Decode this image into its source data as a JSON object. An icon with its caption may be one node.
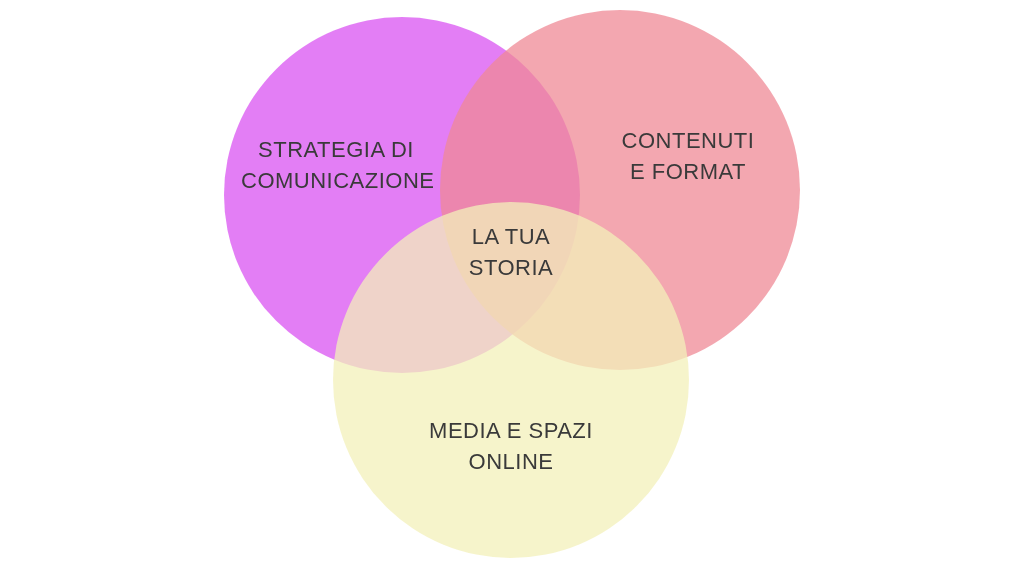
{
  "diagram": {
    "nodes": [
      {
        "text": [
          "STRATEGIA DI COMUNICAZIONE"
        ]
      },
      {
        "text": [
          "CONTENUTI E FORMAT"
        ]
      },
      {
        "text": [
          "MEDIA E SPAZI ONLINE"
        ]
      }
    ],
    "labels": [
      "LA TUA STORIA"
    ]
  }
}
